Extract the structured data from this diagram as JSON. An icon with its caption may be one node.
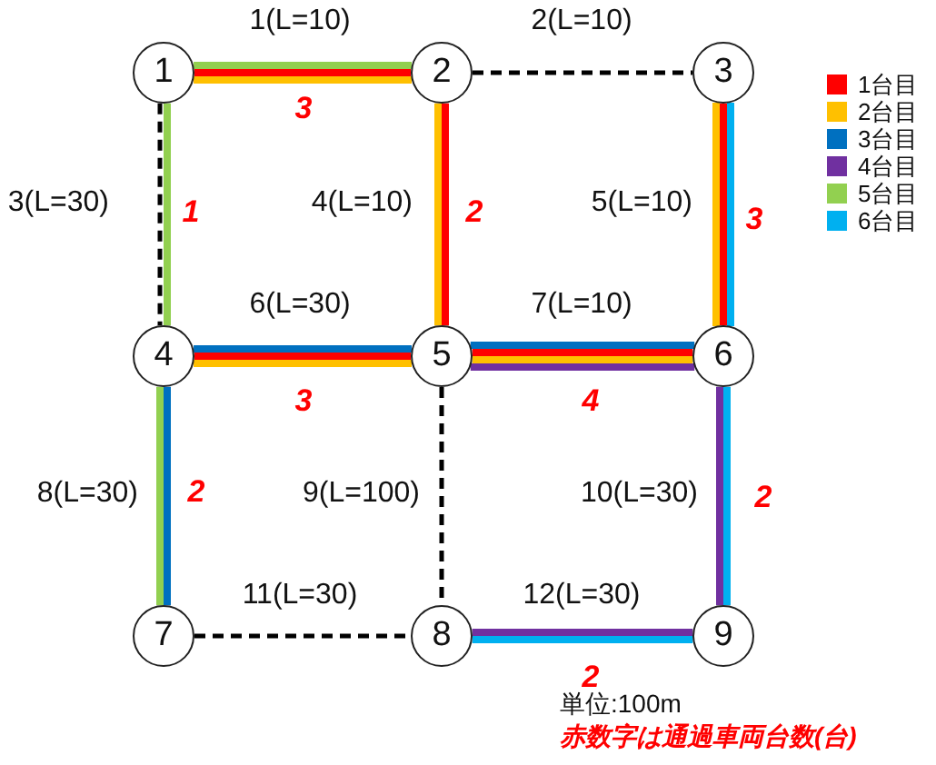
{
  "diagram": {
    "nodes": [
      {
        "text": [
          "1"
        ]
      },
      {
        "text": [
          "2"
        ]
      },
      {
        "text": [
          "3"
        ]
      },
      {
        "text": [
          "4"
        ]
      },
      {
        "text": [
          "5"
        ]
      },
      {
        "text": [
          "6"
        ]
      },
      {
        "text": [
          "7"
        ]
      },
      {
        "text": [
          "8"
        ]
      },
      {
        "text": [
          "9"
        ]
      }
    ],
    "edges": [
      {
        "from": 0,
        "to": 1,
        "arrow": "none",
        "label": "1(L=10)",
        "color": "#92d050"
      },
      {
        "from": 0,
        "to": 1,
        "arrow": "none",
        "color": "#ff0000"
      },
      {
        "from": 0,
        "to": 1,
        "arrow": "none",
        "color": "#ffc000"
      },
      {
        "from": 1,
        "to": 2,
        "arrow": "none",
        "label": "2(L=10)",
        "style": "dashed",
        "color": "#000000"
      },
      {
        "from": 0,
        "to": 3,
        "arrow": "none",
        "label": "3(L=30)",
        "style": "dashed",
        "color": "#000000"
      },
      {
        "from": 0,
        "to": 3,
        "arrow": "none",
        "color": "#92d050"
      },
      {
        "from": 1,
        "to": 4,
        "arrow": "none",
        "label": "4(L=10)",
        "color": "#ffc000"
      },
      {
        "from": 1,
        "to": 4,
        "arrow": "none",
        "color": "#ff0000"
      },
      {
        "from": 2,
        "to": 5,
        "arrow": "none",
        "label": "5(L=10)",
        "color": "#ffc000"
      },
      {
        "from": 2,
        "to": 5,
        "arrow": "none",
        "color": "#ff0000"
      },
      {
        "from": 2,
        "to": 5,
        "arrow": "none",
        "color": "#00b0f0"
      },
      {
        "from": 3,
        "to": 4,
        "arrow": "none",
        "label": "6(L=30)",
        "color": "#0070c0"
      },
      {
        "from": 3,
        "to": 4,
        "arrow": "none",
        "color": "#ff0000"
      },
      {
        "from": 3,
        "to": 4,
        "arrow": "none",
        "color": "#ffc000"
      },
      {
        "from": 4,
        "to": 5,
        "arrow": "none",
        "label": "7(L=10)",
        "color": "#0070c0"
      },
      {
        "from": 4,
        "to": 5,
        "arrow": "none",
        "color": "#ff0000"
      },
      {
        "from": 4,
        "to": 5,
        "arrow": "none",
        "color": "#ffc000"
      },
      {
        "from": 4,
        "to": 5,
        "arrow": "none",
        "color": "#7030a0"
      },
      {
        "from": 3,
        "to": 6,
        "arrow": "none",
        "label": "8(L=30)",
        "color": "#92d050"
      },
      {
        "from": 3,
        "to": 6,
        "arrow": "none",
        "color": "#0070c0"
      },
      {
        "from": 4,
        "to": 7,
        "arrow": "none",
        "label": "9(L=100)",
        "style": "dashed",
        "color": "#000000"
      },
      {
        "from": 5,
        "to": 8,
        "arrow": "none",
        "label": "10(L=30)",
        "color": "#7030a0"
      },
      {
        "from": 5,
        "to": 8,
        "arrow": "none",
        "color": "#00b0f0"
      },
      {
        "from": 6,
        "to": 7,
        "arrow": "none",
        "label": "11(L=30)",
        "style": "dashed",
        "color": "#000000"
      },
      {
        "from": 7,
        "to": 8,
        "arrow": "none",
        "label": "12(L=30)",
        "color": "#7030a0"
      },
      {
        "from": 7,
        "to": 8,
        "arrow": "none",
        "color": "#00b0f0"
      }
    ],
    "labels": [
      "3",
      "1",
      "2",
      "3",
      "3",
      "4",
      "2",
      "2",
      "2",
      "単位:100m",
      "赤数字は通過車両台数(台)"
    ],
    "legend": [
      {
        "text": "1台目",
        "color": "#ff0000"
      },
      {
        "text": "2台目",
        "color": "#ffc000"
      },
      {
        "text": "3台目",
        "color": "#0070c0"
      },
      {
        "text": "4台目",
        "color": "#7030a0"
      },
      {
        "text": "5台目",
        "color": "#92d050"
      },
      {
        "text": "6台目",
        "color": "#00b0f0"
      }
    ]
  }
}
